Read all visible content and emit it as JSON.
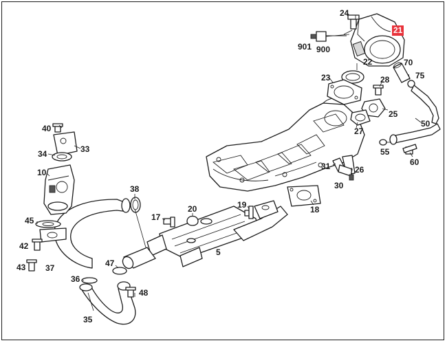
{
  "diagram": {
    "highlighted_part": "21",
    "callouts": [
      {
        "id": "24",
        "label": "24"
      },
      {
        "id": "21",
        "label": "21"
      },
      {
        "id": "901",
        "label": "901"
      },
      {
        "id": "900",
        "label": "900"
      },
      {
        "id": "22",
        "label": "22"
      },
      {
        "id": "70",
        "label": "70"
      },
      {
        "id": "23",
        "label": "23"
      },
      {
        "id": "28",
        "label": "28"
      },
      {
        "id": "75",
        "label": "75"
      },
      {
        "id": "25",
        "label": "25"
      },
      {
        "id": "27",
        "label": "27"
      },
      {
        "id": "50",
        "label": "50"
      },
      {
        "id": "40",
        "label": "40"
      },
      {
        "id": "34",
        "label": "34"
      },
      {
        "id": "33",
        "label": "33"
      },
      {
        "id": "55",
        "label": "55"
      },
      {
        "id": "60",
        "label": "60"
      },
      {
        "id": "31",
        "label": "31"
      },
      {
        "id": "26",
        "label": "26"
      },
      {
        "id": "10",
        "label": "10"
      },
      {
        "id": "30",
        "label": "30"
      },
      {
        "id": "38",
        "label": "38"
      },
      {
        "id": "18",
        "label": "18"
      },
      {
        "id": "20",
        "label": "20"
      },
      {
        "id": "19",
        "label": "19"
      },
      {
        "id": "17",
        "label": "17"
      },
      {
        "id": "45",
        "label": "45"
      },
      {
        "id": "5",
        "label": "5"
      },
      {
        "id": "42",
        "label": "42"
      },
      {
        "id": "47",
        "label": "47"
      },
      {
        "id": "43",
        "label": "43"
      },
      {
        "id": "37",
        "label": "37"
      },
      {
        "id": "36",
        "label": "36"
      },
      {
        "id": "48",
        "label": "48"
      },
      {
        "id": "35",
        "label": "35"
      }
    ],
    "colors": {
      "line": "#1a1a1a",
      "highlight": "#e8323a",
      "background": "#ffffff"
    }
  }
}
